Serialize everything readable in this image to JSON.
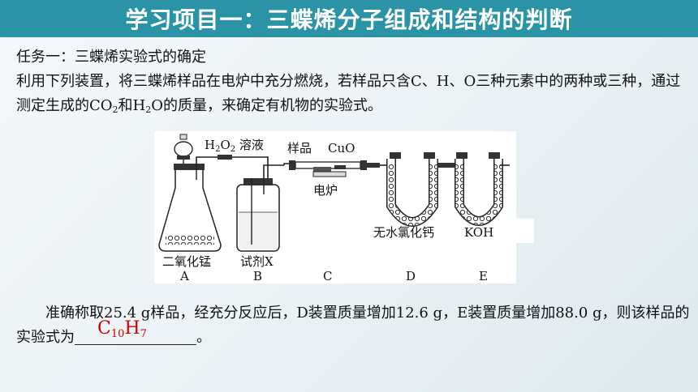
{
  "header": {
    "title": "学习项目一：三蝶烯分子组成和结构的判断"
  },
  "task": {
    "heading": "任务一：三蝶烯实验式的确定"
  },
  "intro": {
    "p1": "利用下列装置，将三蝶烯样品在电炉中充分燃烧，若样品只含C、H、O三种元素中的两种或三种，通过测定生成的",
    "co2_base": "CO",
    "co2_sub": "2",
    "and": "和",
    "h2o_base": "H",
    "h2o_sub": "2",
    "h2o_end": "O",
    "p2": "的质量，来确定有机物的实验式。"
  },
  "figure": {
    "h2o2_base": "H",
    "h2o2_sub1": "2",
    "h2o2_mid": "O",
    "h2o2_sub2": "2",
    "h2o2_rest": " 溶液",
    "sample": "样品",
    "cuo": "CuO",
    "furnace": "电炉",
    "mno2": "二氧化锰",
    "reagent_x": "试剂X",
    "cacl2": "无水氯化钙",
    "koh": "KOH",
    "letters": [
      "A",
      "B",
      "C",
      "D",
      "E"
    ]
  },
  "question": {
    "p1": "准确称取25.4 g样品，经充分反应后，D装置质量增加12.6 g，E装置质量增加88.0 g，则该样品的实验式为",
    "end": "。"
  },
  "answer": {
    "c": "C",
    "c_sub": "10",
    "h": "H",
    "h_sub": "7",
    "color": "#d00000"
  },
  "colors": {
    "title_bar": "#2a93a5"
  }
}
